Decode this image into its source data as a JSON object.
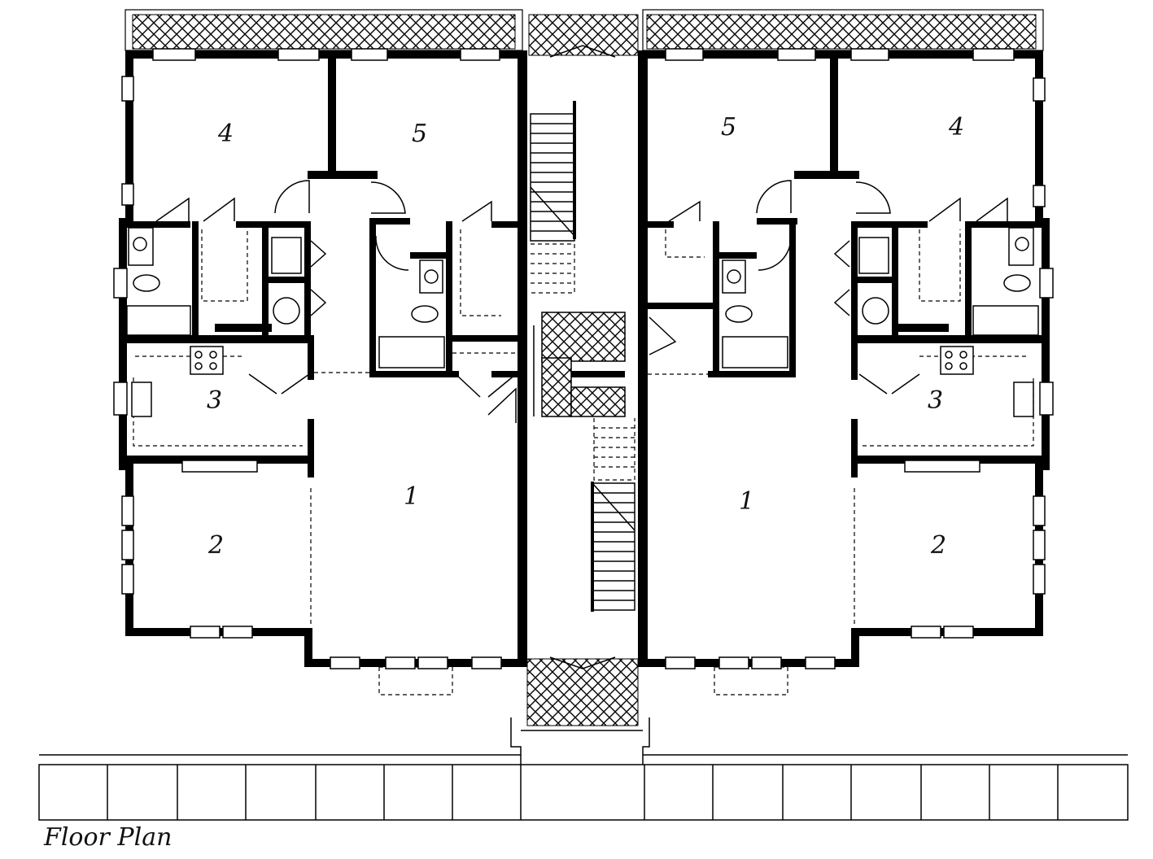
{
  "caption": "Floor Plan",
  "units": [
    {
      "side": "left",
      "rooms": [
        {
          "id": "living",
          "label": "1"
        },
        {
          "id": "front-bedroom",
          "label": "2"
        },
        {
          "id": "kitchen",
          "label": "3"
        },
        {
          "id": "rear-bedroom-outer",
          "label": "4"
        },
        {
          "id": "rear-bedroom-inner",
          "label": "5"
        }
      ]
    },
    {
      "side": "right",
      "rooms": [
        {
          "id": "living",
          "label": "1"
        },
        {
          "id": "front-bedroom",
          "label": "2"
        },
        {
          "id": "kitchen",
          "label": "3"
        },
        {
          "id": "rear-bedroom-outer",
          "label": "4"
        },
        {
          "id": "rear-bedroom-inner",
          "label": "5"
        }
      ]
    }
  ],
  "colors": {
    "wall": "#000000",
    "background": "#ffffff"
  }
}
